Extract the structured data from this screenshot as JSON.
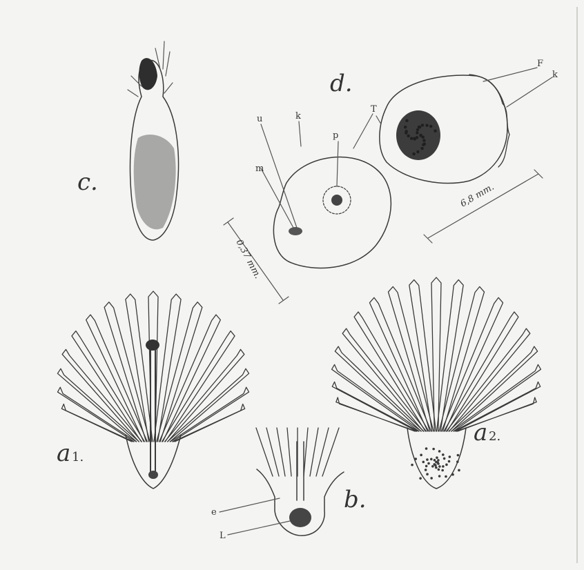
{
  "figure": {
    "panels": {
      "a1": {
        "label": "a",
        "sub": "1."
      },
      "a2": {
        "label": "a",
        "sub": "2."
      },
      "b": {
        "label": "b."
      },
      "c": {
        "label": "c."
      },
      "d": {
        "label": "d."
      }
    },
    "callouts": {
      "d_left": [
        "u",
        "k",
        "m",
        "p"
      ],
      "d_right": [
        "F",
        "k",
        "T"
      ],
      "b": [
        "e",
        "L"
      ]
    },
    "measurements": {
      "left_section": "0,37 mm.",
      "right_section": "6,8 mm."
    }
  },
  "colors": {
    "paper": "#f4f4f2",
    "ink": "#3a3a3a"
  }
}
